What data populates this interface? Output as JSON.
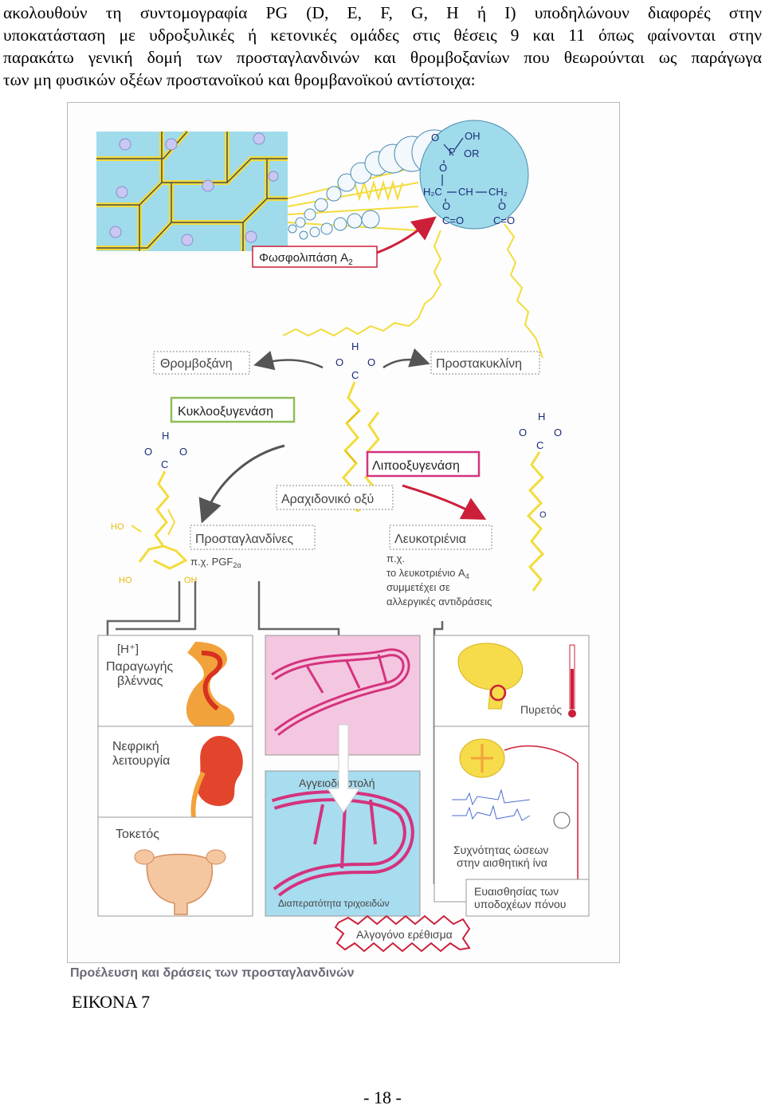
{
  "intro": {
    "lines": [
      "ακολουθούν τη συντομογραφία PG (D, E, F, G, H ή I) υποδηλώνουν διαφορές στην",
      "υποκατάσταση με υδροξυλικές ή κετονικές ομάδες στις θέσεις 9 και 11 όπως φαίνονται στην",
      "παρακάτω γενική δομή των προσταγλανδινών και θρομβοξανίων που θεωρούνται ως παράγωγα",
      "των μη φυσικών οξέων προστανοϊκού και θρομβανοϊκού αντίστοιχα:"
    ]
  },
  "figure": {
    "enzymes": {
      "phospholipase": "Φωσφολιπάση A",
      "phospholipase_sub": "2",
      "cyclooxygenase": "Κυκλοοξυγενάση",
      "lipoxygenase": "Λιποοξυγενάση"
    },
    "products": {
      "thromboxane": "Θρομβοξάνη",
      "prostacyclin": "Προστακυκλίνη",
      "arachidonic": "Αραχιδονικό οξύ",
      "prostaglandins": "Προσταγλανδίνες",
      "leukotrienes": "Λευκοτριένια"
    },
    "examples": {
      "pgf_prefix": "π.χ. PGF",
      "pgf_sub": "2α",
      "lt_line1": "π.χ.",
      "lt_line2_prefix": "το λευκοτριένιο A",
      "lt_line2_sub": "4",
      "lt_line3": "συμμετέχει σε",
      "lt_line4": "αλλεργικές αντιδράσεις"
    },
    "molecule": {
      "oh": "OH",
      "p": "P",
      "or": "OR",
      "o": "O",
      "h2c": "H₂C",
      "ch": "CH",
      "ch2": "CH₂",
      "c_eq_o": "C=O",
      "h": "H",
      "c": "C",
      "ho": "HO"
    },
    "actions": {
      "h_plus": "[H⁺]",
      "mucus1": "Παραγωγής",
      "mucus2": "βλέννας",
      "renal1": "Νεφρική",
      "renal2": "λειτουργία",
      "labor": "Τοκετός",
      "vasodilation": "Αγγειοδιαστολή",
      "permeability": "Διαπερατότητα τριχοειδών",
      "fever": "Πυρετός",
      "freq1": "Συχνότητας ώσεων",
      "freq2": "στην αισθητική ίνα",
      "sens1": "Ευαισθησίας των",
      "sens2": "υποδοχέων πόνου",
      "pain": "Αλγογόνο ερέθισμα"
    },
    "colors": {
      "yellow": "#f3dc3c",
      "membrane_blue": "#9fdbea",
      "red": "#cc1f3a",
      "magenta": "#d4337e",
      "green": "#8dbe58"
    }
  },
  "caption": "Προέλευση και δράσεις των προσταγλανδινών",
  "eikona": "ΕΙΚΟΝΑ 7",
  "page_number": "- 18 -"
}
